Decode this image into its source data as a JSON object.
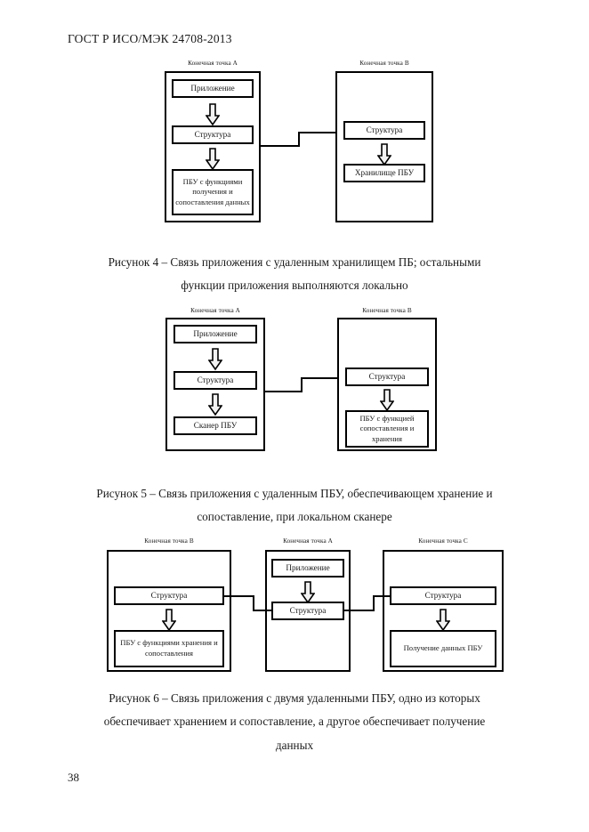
{
  "document": {
    "header": "ГОСТ Р ИСО/МЭК 24708-2013",
    "page_number": "38"
  },
  "labels": {
    "endpoint_a": "Конечная точка А",
    "endpoint_b": "Конечная точка В",
    "endpoint_c": "Конечная точка С"
  },
  "figures": [
    {
      "id": "figure-4",
      "caption_lines": [
        "Рисунок 4 – Связь приложения с удаленным хранилищем ПБ; остальными",
        "функции приложения выполняются локально"
      ],
      "endpoints": [
        {
          "name": "endpoint-a",
          "label": "Конечная точка А",
          "nodes": [
            {
              "name": "application",
              "text": "Приложение"
            },
            {
              "name": "structure",
              "text": "Структура"
            },
            {
              "name": "bsp-acquire-match",
              "text": "ПБУ с функциями получения и сопоставления данных"
            }
          ]
        },
        {
          "name": "endpoint-b",
          "label": "Конечная точка В",
          "nodes": [
            {
              "name": "structure",
              "text": "Структура"
            },
            {
              "name": "bsp-storage",
              "text": "Хранилище ПБУ"
            }
          ]
        }
      ]
    },
    {
      "id": "figure-5",
      "caption_lines": [
        "Рисунок 5 – Связь приложения с удаленным ПБУ, обеспечивающем хранение и",
        "сопоставление, при локальном сканере"
      ],
      "endpoints": [
        {
          "name": "endpoint-a",
          "label": "Конечная точка А",
          "nodes": [
            {
              "name": "application",
              "text": "Приложение"
            },
            {
              "name": "structure",
              "text": "Структура"
            },
            {
              "name": "bsp-scanner",
              "text": "Сканер ПБУ"
            }
          ]
        },
        {
          "name": "endpoint-b",
          "label": "Конечная точка В",
          "nodes": [
            {
              "name": "structure",
              "text": "Структура"
            },
            {
              "name": "bsp-match-store",
              "text": "ПБУ с функцией сопоставления и хранения"
            }
          ]
        }
      ]
    },
    {
      "id": "figure-6",
      "caption_lines": [
        "Рисунок 6 – Связь приложения с двумя удаленными ПБУ, одно из которых",
        "обеспечивает хранением и сопоставление, а другое обеспечивает получение",
        "данных"
      ],
      "endpoints": [
        {
          "name": "endpoint-b",
          "label": "Конечная точка В",
          "nodes": [
            {
              "name": "structure",
              "text": "Структура"
            },
            {
              "name": "bsp-store-match",
              "text": "ПБУ с функциями хранения и сопоставления"
            }
          ]
        },
        {
          "name": "endpoint-a",
          "label": "Конечная точка А",
          "nodes": [
            {
              "name": "application",
              "text": "Приложение"
            },
            {
              "name": "structure",
              "text": "Структура"
            }
          ]
        },
        {
          "name": "endpoint-c",
          "label": "Конечная точка С",
          "nodes": [
            {
              "name": "structure",
              "text": "Структура"
            },
            {
              "name": "bsp-acquire",
              "text": "Получение данных ПБУ"
            }
          ]
        }
      ]
    }
  ],
  "colors": {
    "ink": "#1a1a1a",
    "stroke": "#000000",
    "paper": "#ffffff",
    "arrow_fill": "#f2f2f2"
  }
}
